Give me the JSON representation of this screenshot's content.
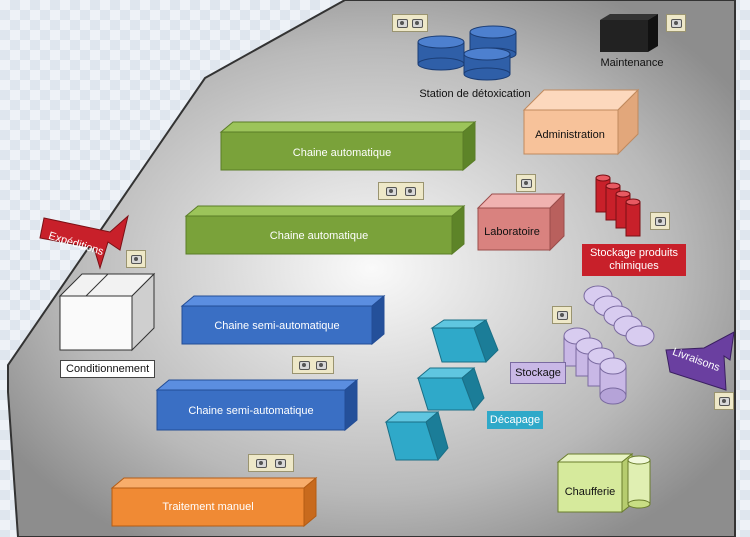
{
  "labels": {
    "detox": "Station de détoxication",
    "maintenance": "Maintenance",
    "administration": "Administration",
    "chaine1": "Chaine automatique",
    "chaine2": "Chaine automatique",
    "laboratoire": "Laboratoire",
    "stockage_chimiques": "Stockage produits chimiques",
    "expeditions": "Expéditions",
    "conditionnement": "Conditionnement",
    "semi1": "Chaine semi-automatique",
    "semi2": "Chaine semi-automatique",
    "stockage": "Stockage",
    "livraisons": "Livraisons",
    "decapage": "Décapage",
    "traitement": "Traitement manuel",
    "chaufferie": "Chaufferie"
  },
  "colors": {
    "green": "#7aa23a",
    "blue": "#3a6fc4",
    "orange": "#f08a34",
    "peach": "#f7c29a",
    "pink": "#d9827f",
    "red": "#c8202a",
    "teal": "#2fa9c9",
    "lavender": "#c9b8e6",
    "lightgreen": "#d6ea9c",
    "arrow_red": "#c8202a",
    "arrow_purple": "#6a3fa0"
  }
}
